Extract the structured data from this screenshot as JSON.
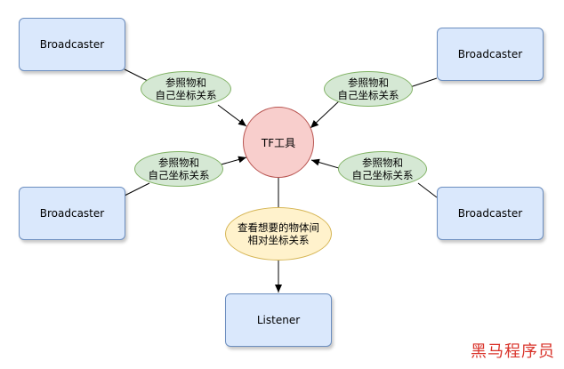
{
  "diagram": {
    "broadcaster_tl": "Broadcaster",
    "broadcaster_tr": "Broadcaster",
    "broadcaster_bl": "Broadcaster",
    "broadcaster_br": "Broadcaster",
    "listener": "Listener",
    "center": "TF工具",
    "frame_label_line1": "参照物和",
    "frame_label_line2": "自己坐标关系",
    "query_line1": "查看想要的物体间",
    "query_line2": "相对坐标关系",
    "watermark": "黑马程序员"
  },
  "colors": {
    "box_fill": "#dae8fc",
    "box_stroke": "#6c8ebf",
    "label_fill": "#d5e8d4",
    "label_stroke": "#82b366",
    "center_fill": "#f8cecc",
    "center_stroke": "#b85450",
    "query_fill": "#fff2cc",
    "query_stroke": "#d6b656",
    "watermark": "#d9342b"
  }
}
